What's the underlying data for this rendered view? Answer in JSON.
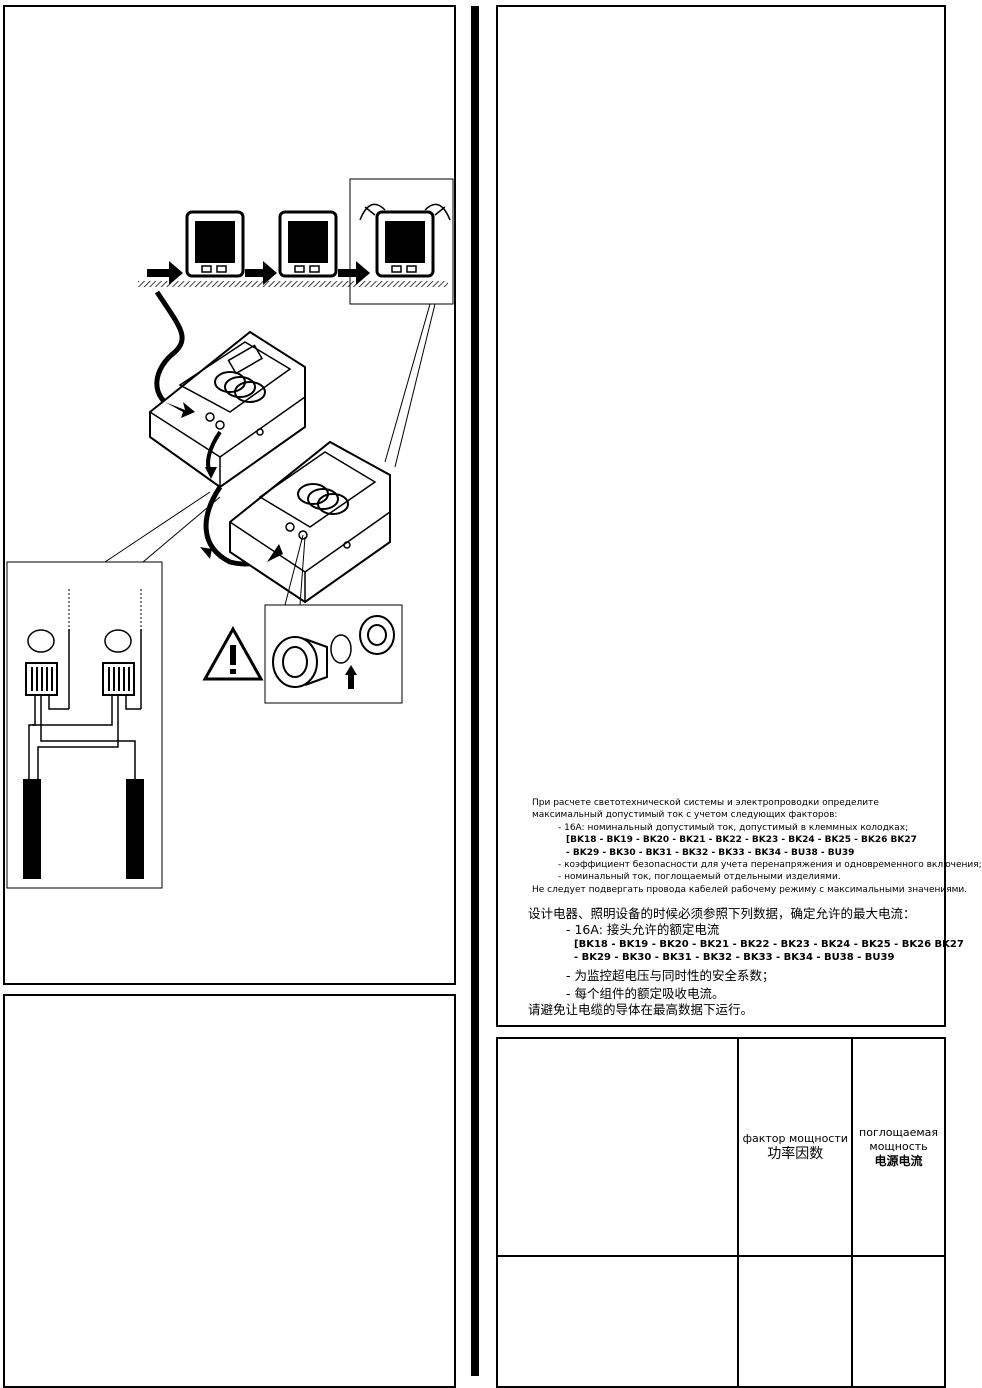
{
  "notes": {
    "ru": {
      "intro": "При расчете светотехнической системы и электропроводки определите максимальный допустимый ток с учетом следующих факторов:",
      "item1": "- 16A: номинальный допустимый ток, допустимый в клеммных колодках;",
      "codes_line1": "[BK18 - BK19 - BK20 - BK21 - BK22 - BK23 - BK24 - BK25 - BK26 BK27",
      "codes_line2": "- BK29 - BK30 - BK31 - BK32 - BK33 - BK34 - BU38 - BU39",
      "item2": "- коэффициент безопасности для учета перенапряжения и одновременного включения;",
      "item3": "- номинальный ток, поглощаемый отдельными изделиями.",
      "warning": "Не следует подвергать провода кабелей рабочему режиму с максимальными значениями."
    },
    "zh": {
      "intro": "设计电器、照明设备的时候必须参照下列数据，确定允许的最大电流：",
      "item1": "- 16A: 接头允许的额定电流",
      "codes_line1": "[BK18 - BK19 - BK20 - BK21 - BK22 - BK23 - BK24 - BK25 - BK26 BK27",
      "codes_line2": "- BK29 - BK30 - BK31 - BK32 - BK33 - BK34 - BU38 - BU39",
      "item2": "- 为监控超电压与同时性的安全系数；",
      "item3": "- 每个组件的额定吸收电流。",
      "warning": "请避免让电缆的导体在最高数据下运行。"
    }
  },
  "table": {
    "col2_ru": "фактор мощности",
    "col2_zh": "功率因数",
    "col3_ru_line1": "поглощаемая",
    "col3_ru_line2": "мощность",
    "col3_zh": "电源电流"
  }
}
